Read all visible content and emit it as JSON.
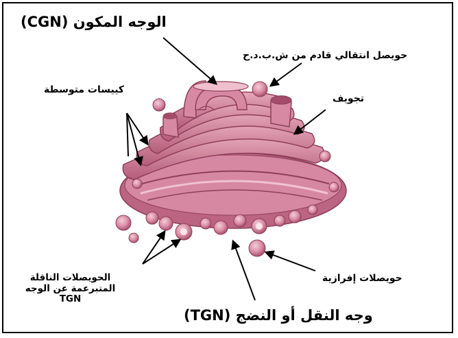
{
  "labels": {
    "cgn": "الوجه المكون (CGN)",
    "transition_vesicle": "حويصل انتقالي قادم من ش.ب.د.ح",
    "medial_cisternae": "كييسات متوسطة",
    "lumen": "تجويف",
    "secretory_vesicles": "حويصلات إفرازية",
    "transport_vesicles_line1": "الحويصلات الناقلة",
    "transport_vesicles_line2": "المتبرعمة عن الوجه",
    "transport_vesicles_line3": "TGN",
    "tgn": "وجه النقل أو النضج (TGN)"
  },
  "colors": {
    "organelle": "#c9708c",
    "organelle_light": "#e3a9bb",
    "organelle_dark": "#8e3e59",
    "arrow": "#000000"
  }
}
